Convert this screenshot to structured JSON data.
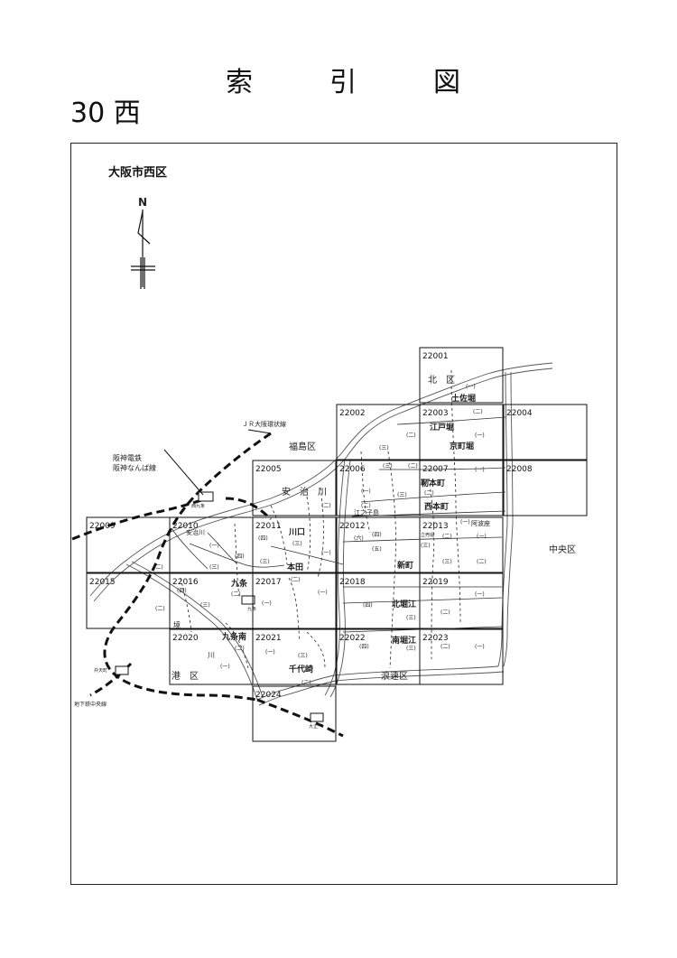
{
  "header": {
    "title_chars": [
      "索",
      "引",
      "図"
    ],
    "sheet_number": "30 西"
  },
  "map": {
    "title": "大阪市西区",
    "north_label": "N",
    "grid_cells": [
      {
        "id": "22001"
      },
      {
        "id": "22002"
      },
      {
        "id": "22003"
      },
      {
        "id": "22004"
      },
      {
        "id": "22005"
      },
      {
        "id": "22006"
      },
      {
        "id": "22007"
      },
      {
        "id": "22008"
      },
      {
        "id": "22009"
      },
      {
        "id": "22010"
      },
      {
        "id": "22011"
      },
      {
        "id": "22012"
      },
      {
        "id": "22013"
      },
      {
        "id": "22015"
      },
      {
        "id": "22016"
      },
      {
        "id": "22017"
      },
      {
        "id": "22018"
      },
      {
        "id": "22019"
      },
      {
        "id": "22020"
      },
      {
        "id": "22021"
      },
      {
        "id": "22022"
      },
      {
        "id": "22023"
      },
      {
        "id": "22024"
      }
    ],
    "labels": {
      "kita_ku": "北　区",
      "fukushima_ku": "福島区",
      "chuo_ku": "中央区",
      "minato_ku": "港　区",
      "naniwa_ku": "浪速区",
      "jr_line": "ＪＲ大阪環状線",
      "hanshin_1": "阪神電鉄",
      "hanshin_2": "阪神なんば線",
      "subway": "地下鉄中央線",
      "ajigawa": "安　治　川",
      "ajigawa_short": "安治川",
      "nishikujo": "西九条",
      "kujo_station": "九条",
      "bentencho": "弁天町",
      "taisho": "大正",
      "sakai": "境",
      "kawa": "川",
      "tosabori": "土佐堀",
      "edobori": "江戸堀",
      "kyomachibori": "京町堀",
      "utsubohonmachi": "靭本町",
      "nishihonmachi": "西本町",
      "ajiisu": "阿波座",
      "tachiuribori": "立売堀",
      "enokojima": "江之子島",
      "kawaguchi": "川口",
      "honden": "本田",
      "shinmachi": "新町",
      "kujo": "九条",
      "kujominami": "九条南",
      "kitahorie": "北堀江",
      "minamihorie": "南堀江",
      "chiyozaki": "千代崎"
    },
    "chome": {
      "c1": "(一)",
      "c2": "(二)",
      "c3": "(三)",
      "c4": "(四)",
      "c5": "(五)",
      "c6": "(六)"
    }
  }
}
